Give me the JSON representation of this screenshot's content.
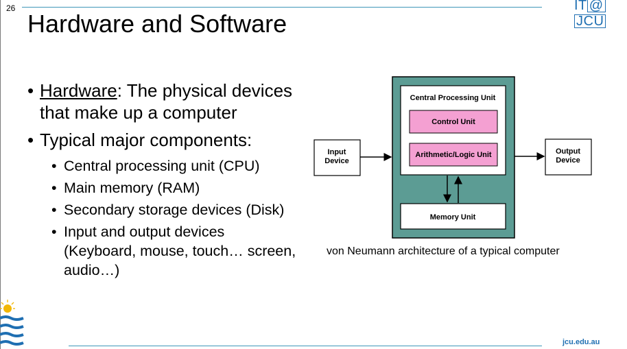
{
  "slide": {
    "number": "26",
    "title": "Hardware and Software",
    "logo_text": "IT@JCU",
    "logo_parts": [
      "IT",
      "@",
      "JCU"
    ],
    "footer_url": "jcu.edu.au"
  },
  "bullets": {
    "b1_term": "Hardware",
    "b1_rest": ": The physical devices that make up a computer",
    "b2": "Typical major components:",
    "sub": [
      "Central processing unit (CPU)",
      "Main memory (RAM)",
      "Secondary storage devices (Disk)",
      "Input and output devices (Keyboard, mouse, touch… screen, audio…)"
    ]
  },
  "diagram": {
    "cpu_label": "Central Processing Unit",
    "control_unit": "Control Unit",
    "alu": "Arithmetic/Logic Unit",
    "memory_unit": "Memory Unit",
    "input_line1": "Input",
    "input_line2": "Device",
    "output_line1": "Output",
    "output_line2": "Device",
    "caption": "von Neumann architecture of a typical computer",
    "colors": {
      "outer": "#5c9c94",
      "unit_fill": "#f4a0d2",
      "accent": "#1f6fb2"
    }
  }
}
